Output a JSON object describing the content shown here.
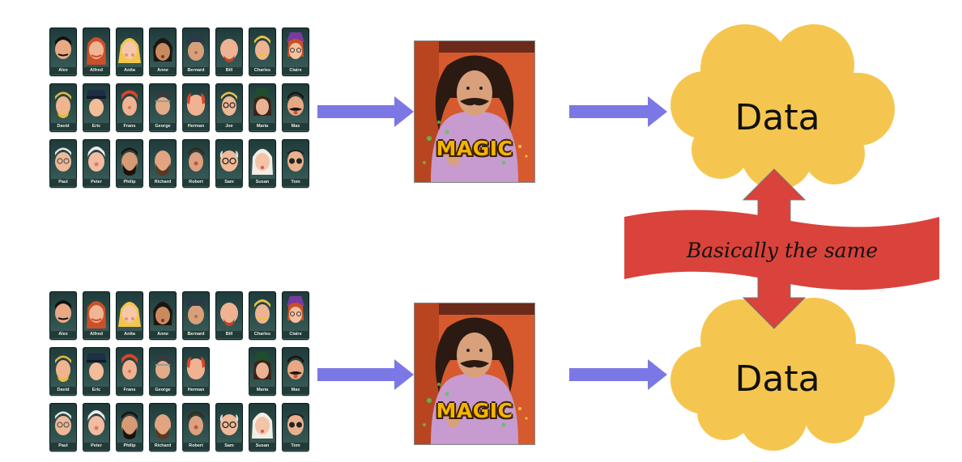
{
  "top_board": {
    "row1": [
      "Alex",
      "Alfred",
      "Anita",
      "Anne",
      "Bernard",
      "Bill",
      "Charles",
      "Claire"
    ],
    "row2": [
      "David",
      "Eric",
      "Frans",
      "George",
      "Herman",
      "Joe",
      "Maria",
      "Max"
    ],
    "row3": [
      "Paul",
      "Peter",
      "Philip",
      "Richard",
      "Robert",
      "Sam",
      "Susan",
      "Tom"
    ]
  },
  "bottom_board": {
    "row1": [
      "Alex",
      "Alfred",
      "Anita",
      "Anne",
      "Bernard",
      "Bill",
      "Charles",
      "Claire"
    ],
    "row2": [
      "David",
      "Eric",
      "Frans",
      "George",
      "Herman",
      "",
      "Maria",
      "Max"
    ],
    "row3": [
      "Paul",
      "Peter",
      "Philip",
      "Richard",
      "Robert",
      "Sam",
      "Susan",
      "Tom"
    ]
  },
  "magic_label": "MAGIC",
  "cloud_top_label": "Data",
  "cloud_bottom_label": "Data",
  "banner_label": "Basically the same",
  "colors": {
    "arrow": "#7b78e6",
    "cloud": "#f5c64f",
    "banner": "#d9433b",
    "magic_text": "#f5b400"
  }
}
